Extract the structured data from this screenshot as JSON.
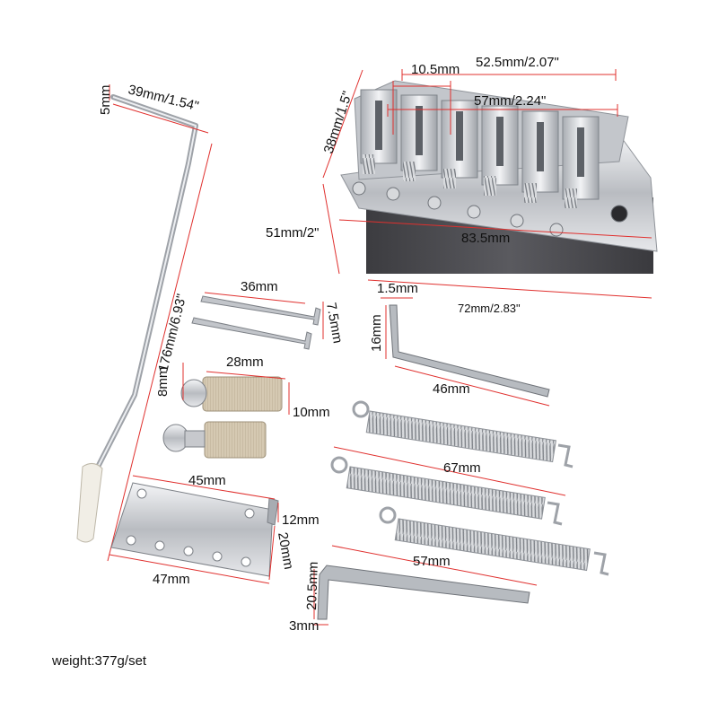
{
  "colors": {
    "dimension_line": "#e0302e",
    "chrome": "#c9ccd0",
    "base_block": "#4a4a4e",
    "brass_nickel": "#cfc3ad",
    "arm_tip": "#f1eee6"
  },
  "parts": {
    "bridge": {
      "width_top": "52.5mm/2.07\"",
      "saddle_width": "10.5mm",
      "string_spacing": "57mm/2.24\"",
      "depth": "38mm/1.5\"",
      "block_height": "51mm/2\"",
      "plate_length": "83.5mm",
      "block_length": "72mm/2.83\""
    },
    "tremolo_arm": {
      "tip": "5mm",
      "bend": "39mm/1.54\"",
      "length": "176mm/6.93\""
    },
    "screws": {
      "length": "36mm",
      "head": "7.5mm"
    },
    "studs": {
      "length": "28mm",
      "head": "8mm",
      "diameter": "10mm"
    },
    "claw": {
      "top_width": "45mm",
      "bottom_width": "47mm",
      "tab": "12mm",
      "height": "20mm"
    },
    "small_key": {
      "hex": "1.5mm",
      "short": "16mm",
      "long": "46mm"
    },
    "springs": {
      "length": "67mm"
    },
    "large_key": {
      "long": "57mm",
      "short": "20.5mm",
      "hex": "3mm"
    }
  },
  "weight": "weight:377g/set"
}
